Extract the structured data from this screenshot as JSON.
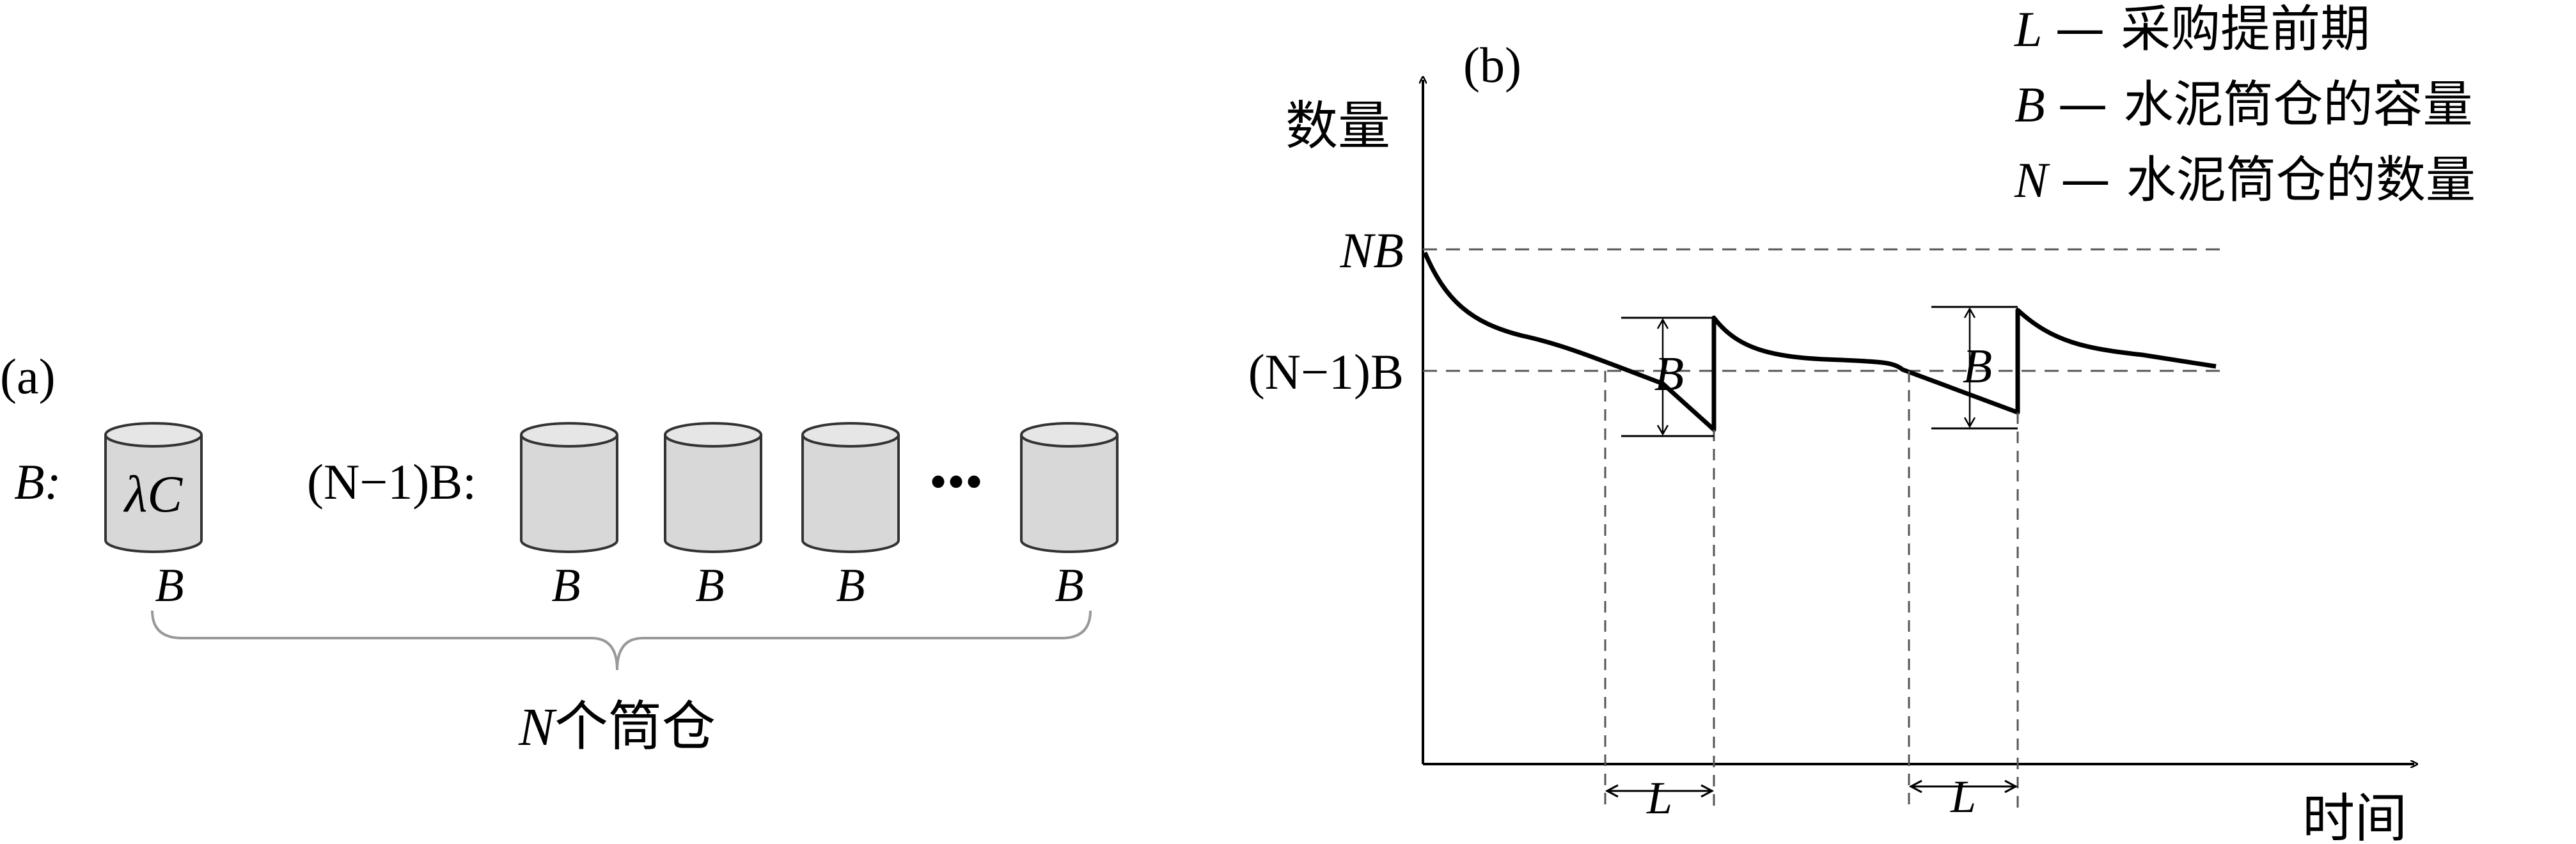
{
  "panel_a": {
    "label": "(a)",
    "row1_label": "B:",
    "row2_label": "(N−1)B:",
    "first_silo_content": "λC",
    "silo_caption": "B",
    "ellipsis": "•••",
    "brace_caption_var": "N",
    "brace_caption_text": "个筒仓"
  },
  "panel_b": {
    "label": "(b)",
    "y_axis_title": "数量",
    "x_axis_title": "时间",
    "y_level_top": "NB",
    "y_level_mid": "(N−1)B",
    "replenish_label": "B",
    "lead_time_label": "L",
    "legend": [
      {
        "symbol": "L",
        "text": "— 采购提前期"
      },
      {
        "symbol": "B",
        "text": "— 水泥筒仓的容量"
      },
      {
        "symbol": "N",
        "text": "— 水泥筒仓的数量"
      }
    ]
  },
  "colors": {
    "line": "#000000",
    "dashed": "#555555",
    "silo_fill": "#d8d8d8",
    "silo_stroke": "#333333",
    "brace": "#999999"
  }
}
